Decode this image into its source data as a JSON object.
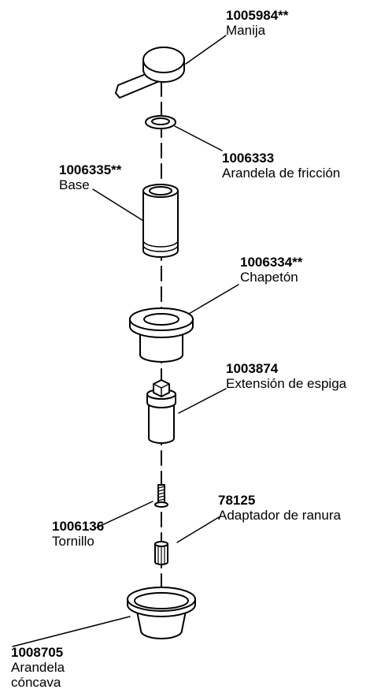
{
  "parts": [
    {
      "id": "p1",
      "number": "1005984**",
      "name": "Manija"
    },
    {
      "id": "p2",
      "number": "1006333",
      "name": "Arandela de fricción"
    },
    {
      "id": "p3",
      "number": "1006335**",
      "name": "Base"
    },
    {
      "id": "p4",
      "number": "1006334**",
      "name": "Chapetón"
    },
    {
      "id": "p5",
      "number": "1003874",
      "name": "Extensión de espiga"
    },
    {
      "id": "p6",
      "number": "78125",
      "name": "Adaptador de ranura"
    },
    {
      "id": "p7",
      "number": "1006136",
      "name": "Tornillo"
    },
    {
      "id": "p8",
      "number": "1008705",
      "name": "Arandela",
      "name2": "cóncava"
    }
  ]
}
